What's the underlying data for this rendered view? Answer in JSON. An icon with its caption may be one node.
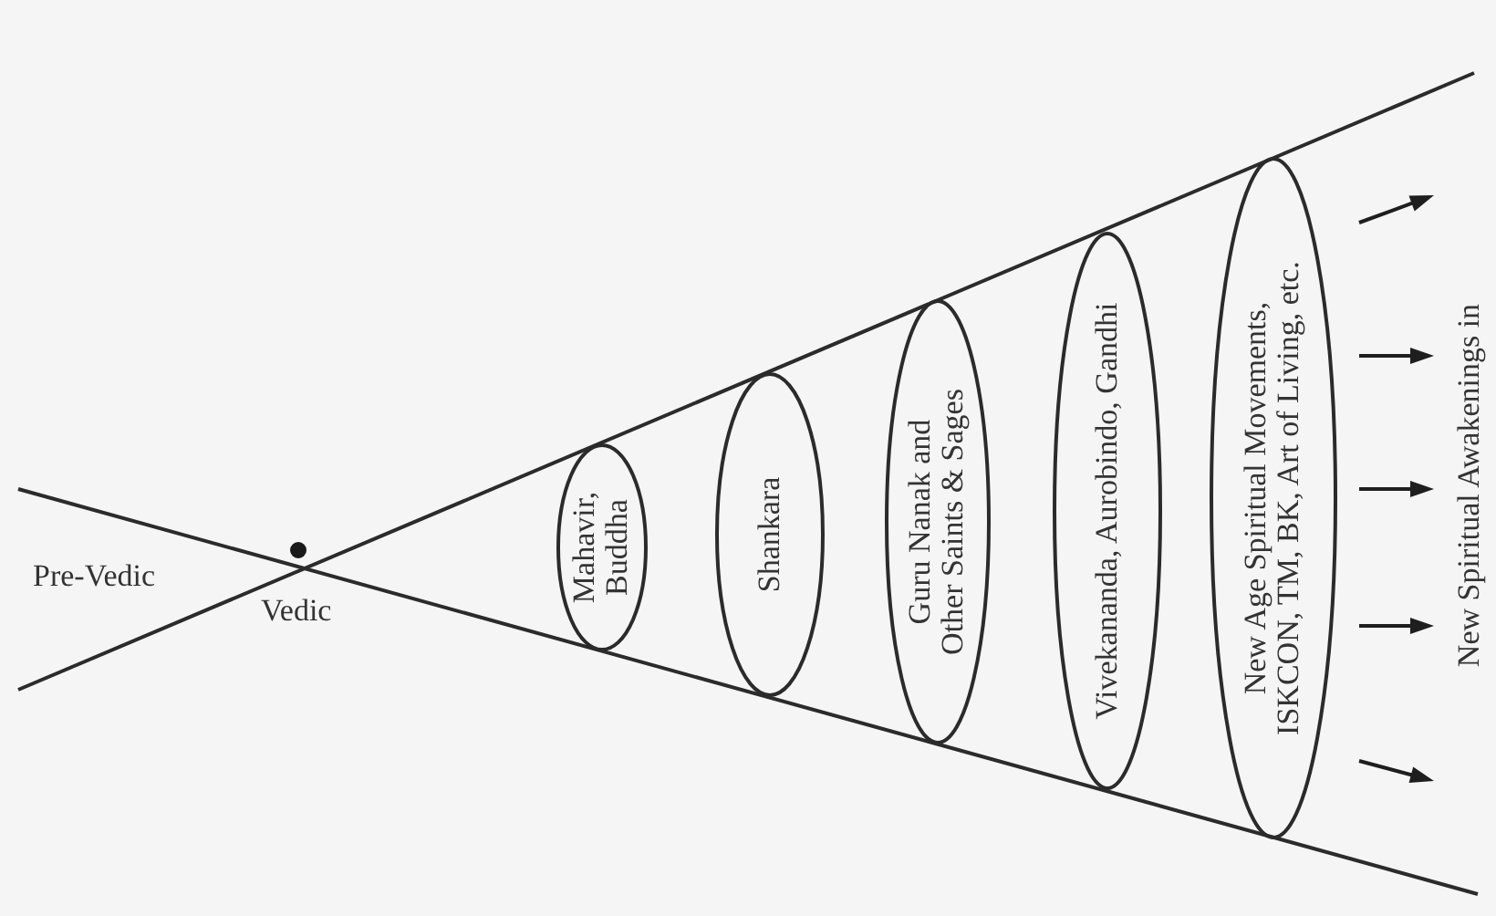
{
  "diagram": {
    "nodes": [
      {
        "text": [
          "Mahavir, Buddha"
        ]
      },
      {
        "text": [
          "Shankara"
        ]
      },
      {
        "text": [
          "Guru Nanak and Other Saints & Sages"
        ]
      },
      {
        "text": [
          "Vivekananda, Aurobindo, Gandhi"
        ]
      },
      {
        "text": [
          "New Age Spiritual Movements, ISKCON, TM, BK, Art of Living, etc."
        ]
      }
    ],
    "labels": [
      "Pre-Vedic",
      "Vedic",
      "New Spiritual Awakenings in"
    ]
  }
}
